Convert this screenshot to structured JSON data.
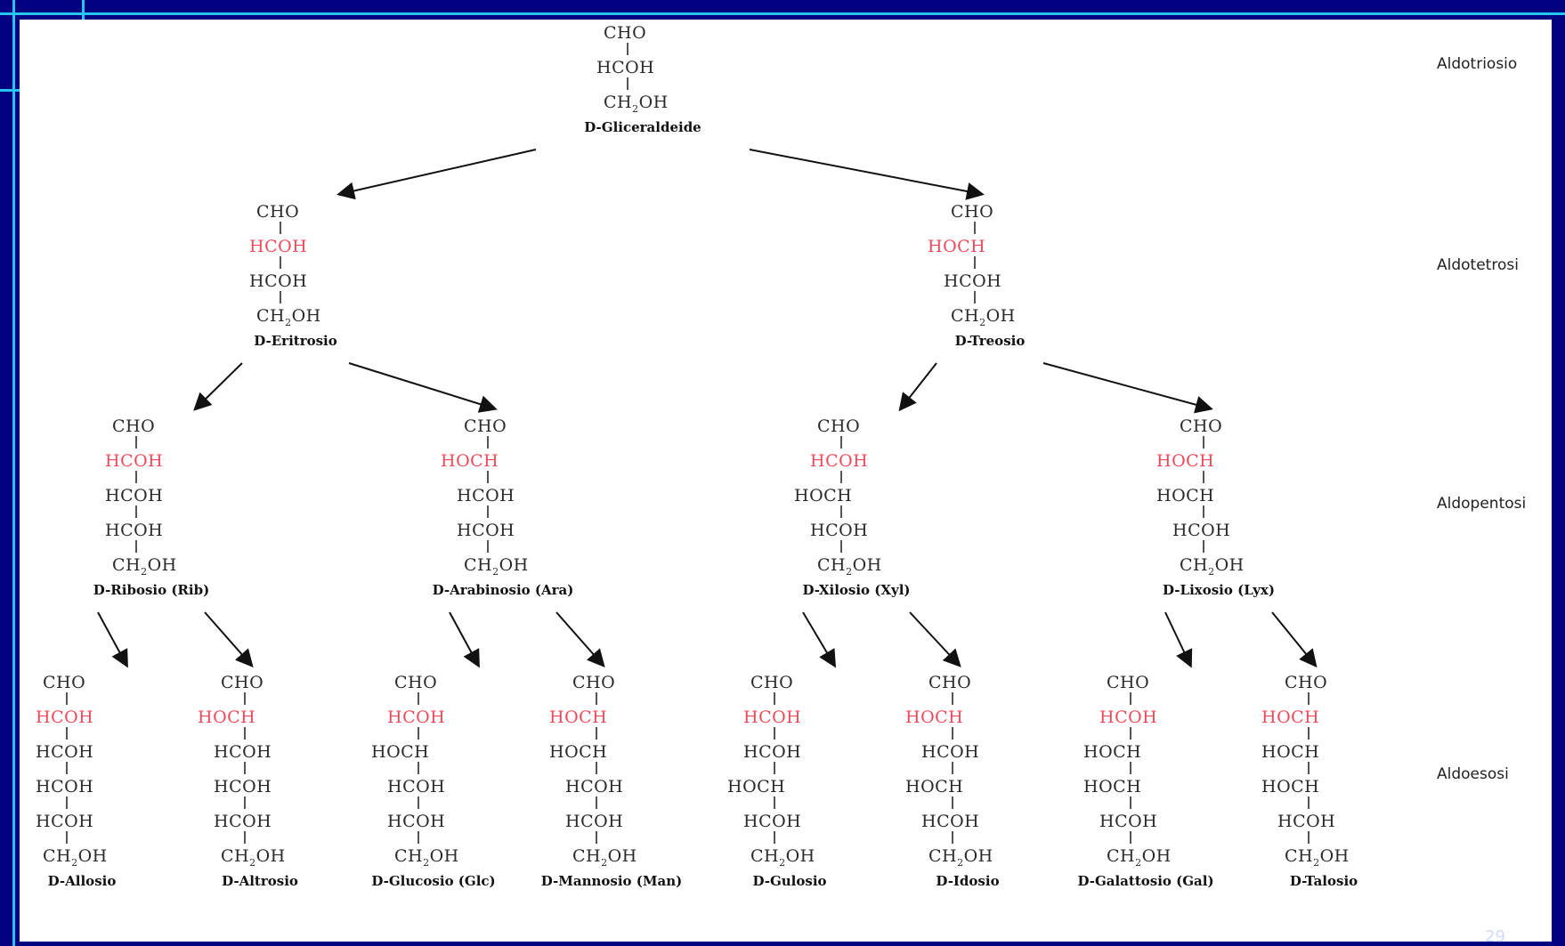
{
  "colors": {
    "background": "#000080",
    "frame": "#27c4f0",
    "panel": "#ffffff",
    "highlight": "#f04a5a",
    "text": "#2a2a2a"
  },
  "levels": [
    "Aldotriosio",
    "Aldotetrosi",
    "Aldopentosi",
    "Aldoesosi"
  ],
  "page_number": "29",
  "molecules": [
    {
      "name": "D-Gliceraldeide",
      "groups": [
        "CHO",
        "HCOH",
        "CH2OH"
      ],
      "highlight": -1
    },
    {
      "name": "D-Eritrosio",
      "groups": [
        "CHO",
        "HCOH",
        "HCOH",
        "CH2OH"
      ],
      "highlight": 1
    },
    {
      "name": "D-Treosio",
      "groups": [
        "CHO",
        "HOCH",
        "HCOH",
        "CH2OH"
      ],
      "highlight": 1
    },
    {
      "name": "D-Ribosio (Rib)",
      "groups": [
        "CHO",
        "HCOH",
        "HCOH",
        "HCOH",
        "CH2OH"
      ],
      "highlight": 1
    },
    {
      "name": "D-Arabinosio (Ara)",
      "groups": [
        "CHO",
        "HOCH",
        "HCOH",
        "HCOH",
        "CH2OH"
      ],
      "highlight": 1
    },
    {
      "name": "D-Xilosio (Xyl)",
      "groups": [
        "CHO",
        "HCOH",
        "HOCH",
        "HCOH",
        "CH2OH"
      ],
      "highlight": 1
    },
    {
      "name": "D-Lixosio (Lyx)",
      "groups": [
        "CHO",
        "HOCH",
        "HOCH",
        "HCOH",
        "CH2OH"
      ],
      "highlight": 1
    },
    {
      "name": "D-Allosio",
      "groups": [
        "CHO",
        "HCOH",
        "HCOH",
        "HCOH",
        "HCOH",
        "CH2OH"
      ],
      "highlight": 1
    },
    {
      "name": "D-Altrosio",
      "groups": [
        "CHO",
        "HOCH",
        "HCOH",
        "HCOH",
        "HCOH",
        "CH2OH"
      ],
      "highlight": 1
    },
    {
      "name": "D-Glucosio (Glc)",
      "groups": [
        "CHO",
        "HCOH",
        "HOCH",
        "HCOH",
        "HCOH",
        "CH2OH"
      ],
      "highlight": 1
    },
    {
      "name": "D-Mannosio (Man)",
      "groups": [
        "CHO",
        "HOCH",
        "HOCH",
        "HCOH",
        "HCOH",
        "CH2OH"
      ],
      "highlight": 1
    },
    {
      "name": "D-Gulosio",
      "groups": [
        "CHO",
        "HCOH",
        "HCOH",
        "HOCH",
        "HCOH",
        "CH2OH"
      ],
      "highlight": 1
    },
    {
      "name": "D-Idosio",
      "groups": [
        "CHO",
        "HOCH",
        "HCOH",
        "HOCH",
        "HCOH",
        "CH2OH"
      ],
      "highlight": 1
    },
    {
      "name": "D-Galattosio (Gal)",
      "groups": [
        "CHO",
        "HCOH",
        "HOCH",
        "HOCH",
        "HCOH",
        "CH2OH"
      ],
      "highlight": 1
    },
    {
      "name": "D-Talosio",
      "groups": [
        "CHO",
        "HOCH",
        "HOCH",
        "HOCH",
        "HCOH",
        "CH2OH"
      ],
      "highlight": 1
    }
  ]
}
